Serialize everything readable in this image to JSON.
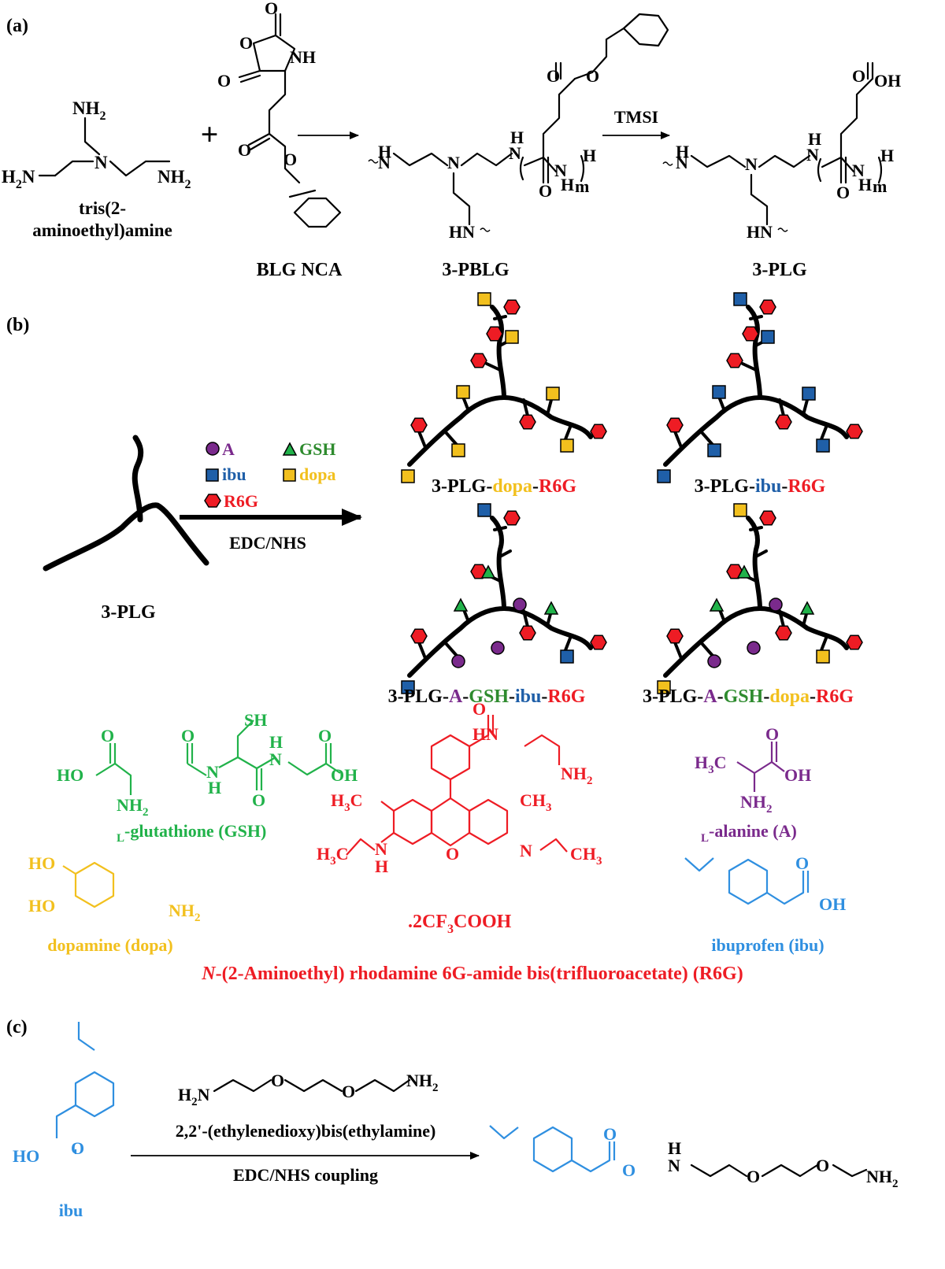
{
  "panels": {
    "a": "(a)",
    "b": "(b)",
    "c": "(c)"
  },
  "panel_a": {
    "atoms": {
      "NH2": "NH",
      "H2N": "H",
      "N": "N",
      "H": "H",
      "O": "O",
      "NH": "NH",
      "HN": "HN",
      "OH": "OH",
      "m": "m",
      "sub2": "2"
    },
    "tris_name_line1": "tris(2-",
    "tris_name_line2": "aminoethyl)amine",
    "plus": "+",
    "blg_label": "BLG NCA",
    "pblg_label": "3-PBLG",
    "tmsi_label": "TMSI",
    "plg_label": "3-PLG"
  },
  "panel_b": {
    "legend": {
      "A": "A",
      "GSH": "GSH",
      "ibu": "ibu",
      "dopa": "dopa",
      "R6G": "R6G"
    },
    "reagent": "EDC/NHS",
    "start_label": "3-PLG",
    "products": [
      {
        "parts": [
          "3-PLG-",
          "dopa",
          "-",
          "R6G"
        ]
      },
      {
        "parts": [
          "3-PLG-",
          "ibu",
          "-",
          "R6G"
        ]
      },
      {
        "parts": [
          "3-PLG-",
          "A",
          "-",
          "GSH",
          "-",
          "ibu",
          "-",
          "R6G"
        ]
      },
      {
        "parts": [
          "3-PLG-",
          "A",
          "-",
          "GSH",
          "-",
          "dopa",
          "-",
          "R6G"
        ]
      }
    ],
    "gsh_name": {
      "prefix": "L",
      "rest": "-glutathione (GSH)"
    },
    "alanine_name": {
      "prefix": "L",
      "rest": "-alanine (A)"
    },
    "dopa_name": "dopamine (dopa)",
    "ibu_name": "ibuprofen (ibu)",
    "r6g_salt": ".2CF",
    "r6g_salt_rest": "COOH",
    "r6g_name": {
      "italic": "N",
      "rest": "-(2-Aminoethyl) rhodamine 6G-amide bis(trifluoroacetate) (R6G)"
    },
    "atoms": {
      "SH": "SH",
      "HO": "HO",
      "O": "O",
      "N": "N",
      "H": "H",
      "NH2": "NH",
      "OH": "OH",
      "H3C": "H",
      "C": "C",
      "CH3": "CH",
      "HN": "HN",
      "sub2": "2",
      "sub3": "3"
    }
  },
  "panel_c": {
    "diamine": "2,2'-(ethylenedioxy)bis(ethylamine)",
    "coupling": "EDC/NHS coupling",
    "ibu_label": "ibu",
    "atoms": {
      "H2N": "H",
      "N": "N",
      "O": "O",
      "NH2": "NH",
      "HO": "HO",
      "H": "H",
      "sub2": "2"
    }
  },
  "colors": {
    "black": "#000000",
    "gsh": "#21b24a",
    "gsh_label": "#2e8b2e",
    "r6g": "#ee1c24",
    "alanine": "#7a2a8c",
    "ibu": "#2f8fe0",
    "ibu_marker": "#1f5fa8",
    "dopa": "#f2c01e",
    "glutathione_text": "#21b24a"
  }
}
